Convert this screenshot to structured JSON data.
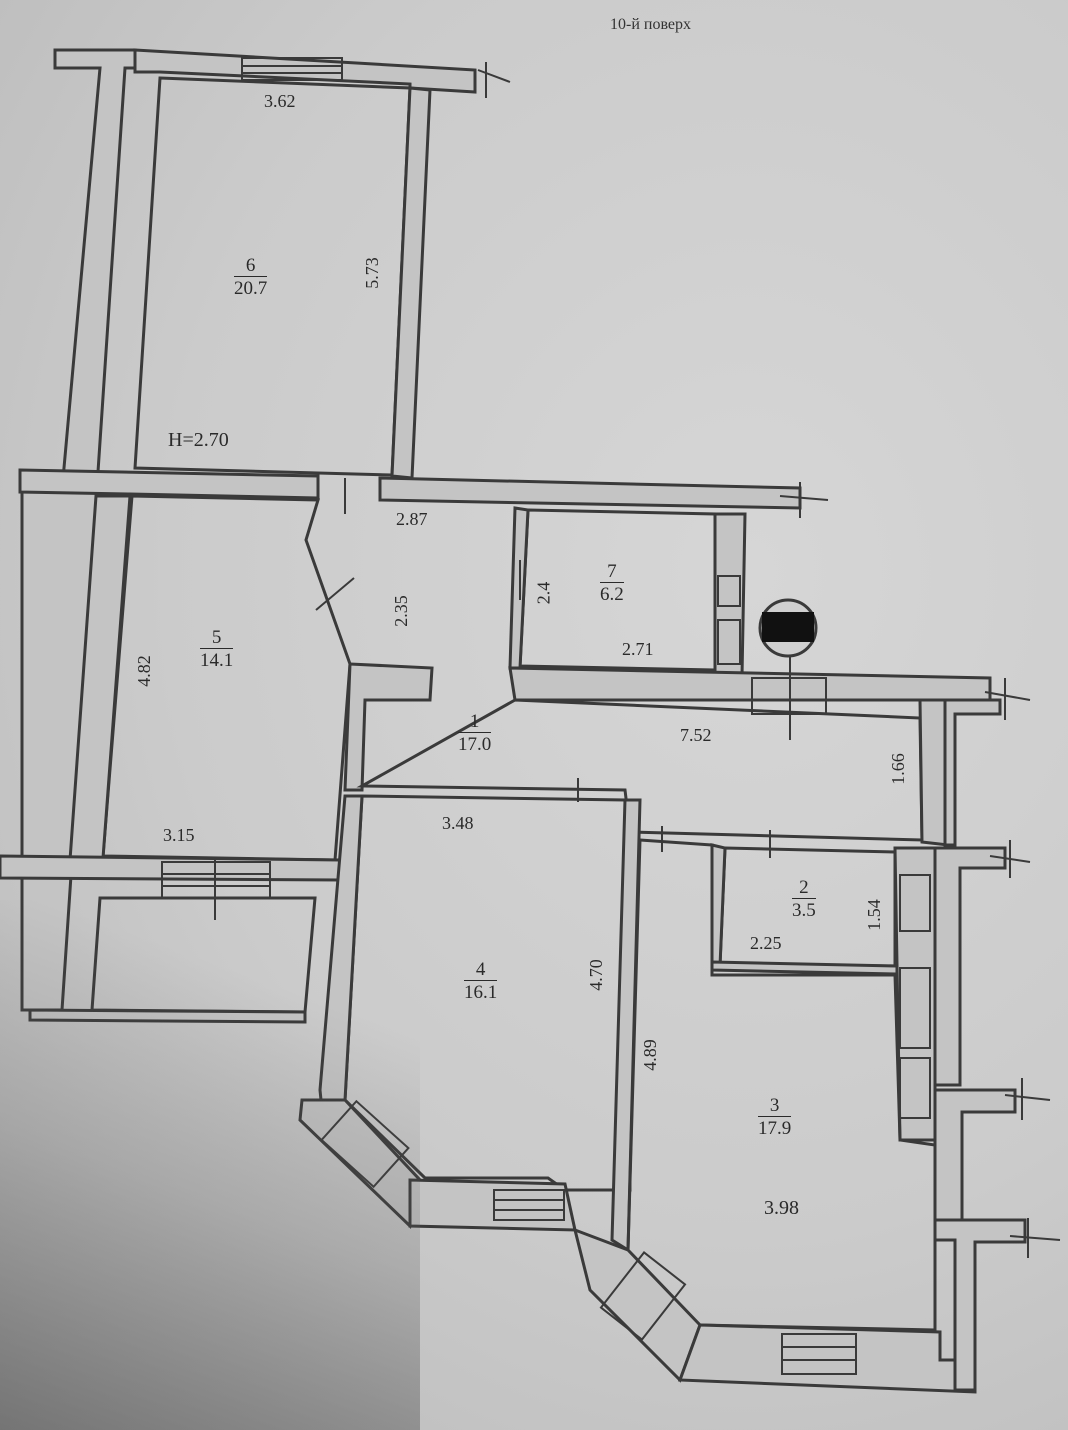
{
  "header": {
    "floor_note": "10-й поверх"
  },
  "height_note": "H=2.70",
  "rooms": [
    {
      "number": "6",
      "area": "20.7"
    },
    {
      "number": "5",
      "area": "14.1"
    },
    {
      "number": "7",
      "area": "6.2"
    },
    {
      "number": "1",
      "area": "17.0"
    },
    {
      "number": "4",
      "area": "16.1"
    },
    {
      "number": "2",
      "area": "3.5"
    },
    {
      "number": "3",
      "area": "17.9"
    }
  ],
  "dimensions": {
    "r6_width": "3.62",
    "r6_length": "5.73",
    "hall_top": "2.87",
    "hall_side": "2.35",
    "r5_side": "4.82",
    "r5_bottom": "3.15",
    "r7_side": "2.4",
    "r7_bottom": "2.71",
    "corridor_len": "7.52",
    "corridor_w": "1.66",
    "r4_top": "3.48",
    "r4_side": "4.70",
    "r2_bottom": "2.25",
    "r2_side": "1.54",
    "r3_side": "4.89",
    "r3_width": "3.98"
  },
  "colors": {
    "paper": "#cfcfcf",
    "ink": "#3a3a3a",
    "wall_fill": "#c4c4c4"
  }
}
